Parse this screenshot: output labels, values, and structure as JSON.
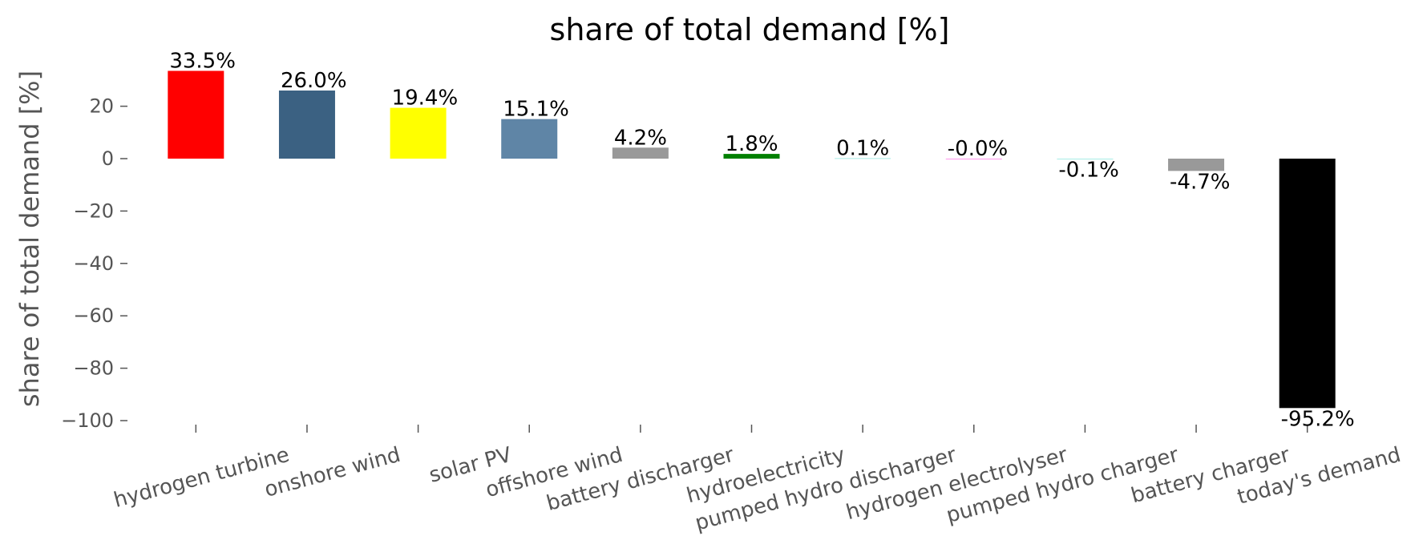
{
  "chart_data": {
    "type": "bar",
    "title": "share of total demand [%]",
    "xlabel": "",
    "ylabel": "share of total demand [%]",
    "ylim": [
      -100,
      35
    ],
    "yticks": [
      20,
      0,
      -20,
      -40,
      -60,
      -80,
      -100
    ],
    "ytick_labels": [
      "20",
      "0",
      "−20",
      "−40",
      "−60",
      "−80",
      "−100"
    ],
    "grid": false,
    "categories": [
      "hydrogen turbine",
      "onshore wind",
      "solar PV",
      "offshore wind",
      "battery discharger",
      "hydroelectricity",
      "pumped hydro discharger",
      "hydrogen electrolyser",
      "pumped hydro charger",
      "battery charger",
      "today's demand"
    ],
    "values": [
      33.5,
      26.0,
      19.4,
      15.1,
      4.2,
      1.8,
      0.1,
      -0.0,
      -0.1,
      -4.7,
      -95.2
    ],
    "data_labels": [
      "33.5%",
      "26.0%",
      "19.4%",
      "15.1%",
      "4.2%",
      "1.8%",
      "0.1%",
      "-0.0%",
      "-0.1%",
      "-4.7%",
      "-95.2%"
    ],
    "colors": [
      "#ff0000",
      "#3b6182",
      "#ffff00",
      "#5f85a6",
      "#999999",
      "#008000",
      "#51dbcc",
      "#ff29d9",
      "#51dbcc",
      "#999999",
      "#000000"
    ]
  }
}
